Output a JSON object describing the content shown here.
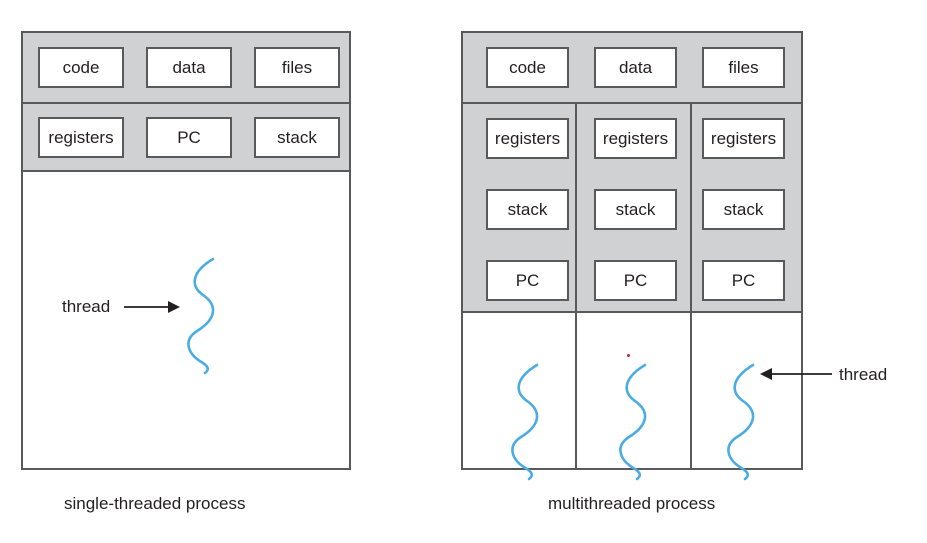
{
  "single_threaded": {
    "shared_row": [
      {
        "label": "code"
      },
      {
        "label": "data"
      },
      {
        "label": "files"
      }
    ],
    "thread_row": [
      {
        "label": "registers"
      },
      {
        "label": "PC"
      },
      {
        "label": "stack"
      }
    ],
    "thread_label": "thread",
    "caption": "single-threaded process"
  },
  "multithreaded": {
    "shared_row": [
      {
        "label": "code"
      },
      {
        "label": "data"
      },
      {
        "label": "files"
      }
    ],
    "threads": [
      {
        "registers": "registers",
        "stack": "stack",
        "pc": "PC"
      },
      {
        "registers": "registers",
        "stack": "stack",
        "pc": "PC"
      },
      {
        "registers": "registers",
        "stack": "stack",
        "pc": "PC"
      }
    ],
    "thread_label": "thread",
    "caption": "multithreaded process"
  },
  "colors": {
    "shared_band": "#d0d1d3",
    "outline": "#58595b",
    "thread_squiggle": "#4bace3",
    "text": "#231f20"
  }
}
